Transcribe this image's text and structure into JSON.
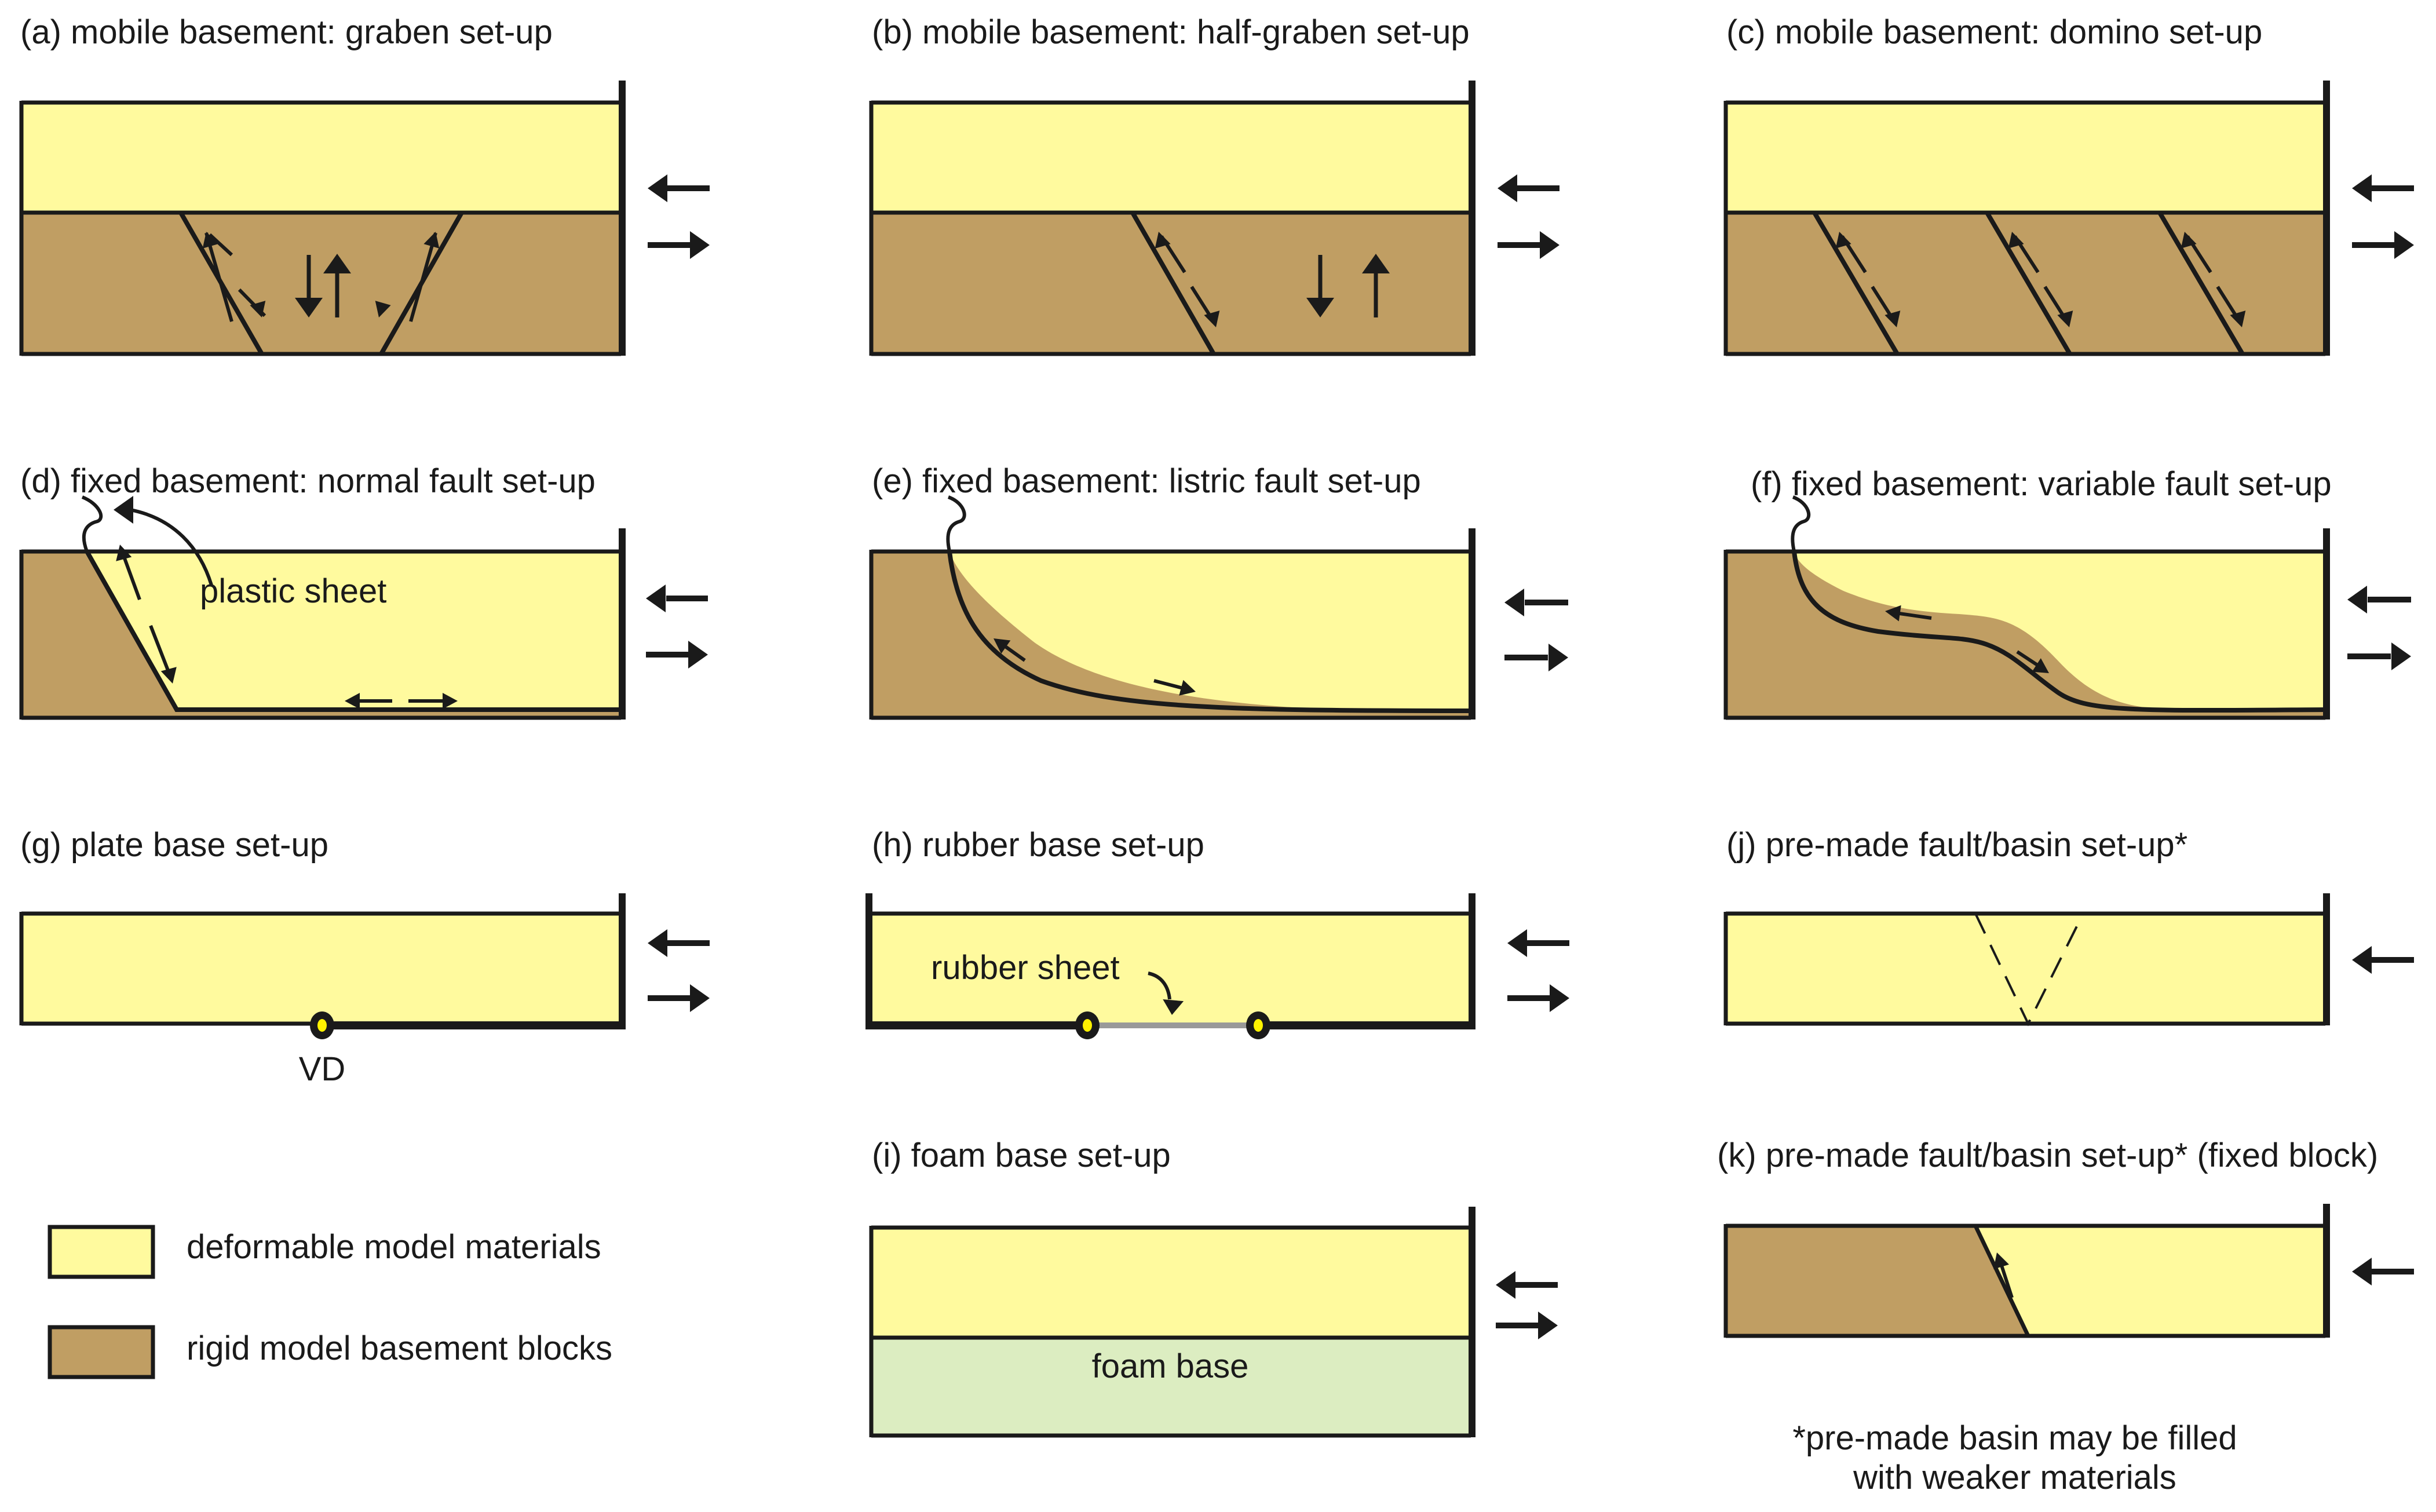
{
  "colors": {
    "deformable": "#FFFA9E",
    "rigid": "#C09E63",
    "foam": "#DCEDC1",
    "rubber_sheet": "#999999",
    "pin": "#FFF200",
    "ink": "#1a1a1a"
  },
  "panels": {
    "a": {
      "title": "(a) mobile basement: graben set-up"
    },
    "b": {
      "title": "(b) mobile basement: half-graben set-up"
    },
    "c": {
      "title": "(c) mobile basement: domino set-up"
    },
    "d": {
      "title": "(d) fixed basement: normal fault set-up",
      "annotation": "plastic sheet"
    },
    "e": {
      "title": "(e) fixed basement: listric fault set-up"
    },
    "f": {
      "title": "(f) fixed basement: variable fault set-up"
    },
    "g": {
      "title": "(g) plate base set-up",
      "annotation": "VD"
    },
    "h": {
      "title": "(h) rubber base set-up",
      "annotation": "rubber sheet"
    },
    "i": {
      "title": "(i) foam base set-up",
      "annotation": "foam base"
    },
    "j": {
      "title": "(j) pre-made fault/basin set-up*"
    },
    "k": {
      "title": "(k) pre-made fault/basin set-up* (fixed block)"
    }
  },
  "legend": {
    "items": [
      {
        "label": "deformable model materials",
        "swatch": "deformable"
      },
      {
        "label": "rigid model basement blocks",
        "swatch": "rigid"
      }
    ]
  },
  "footnote": {
    "line1": "*pre-made basin may be filled",
    "line2": "with weaker materials"
  }
}
